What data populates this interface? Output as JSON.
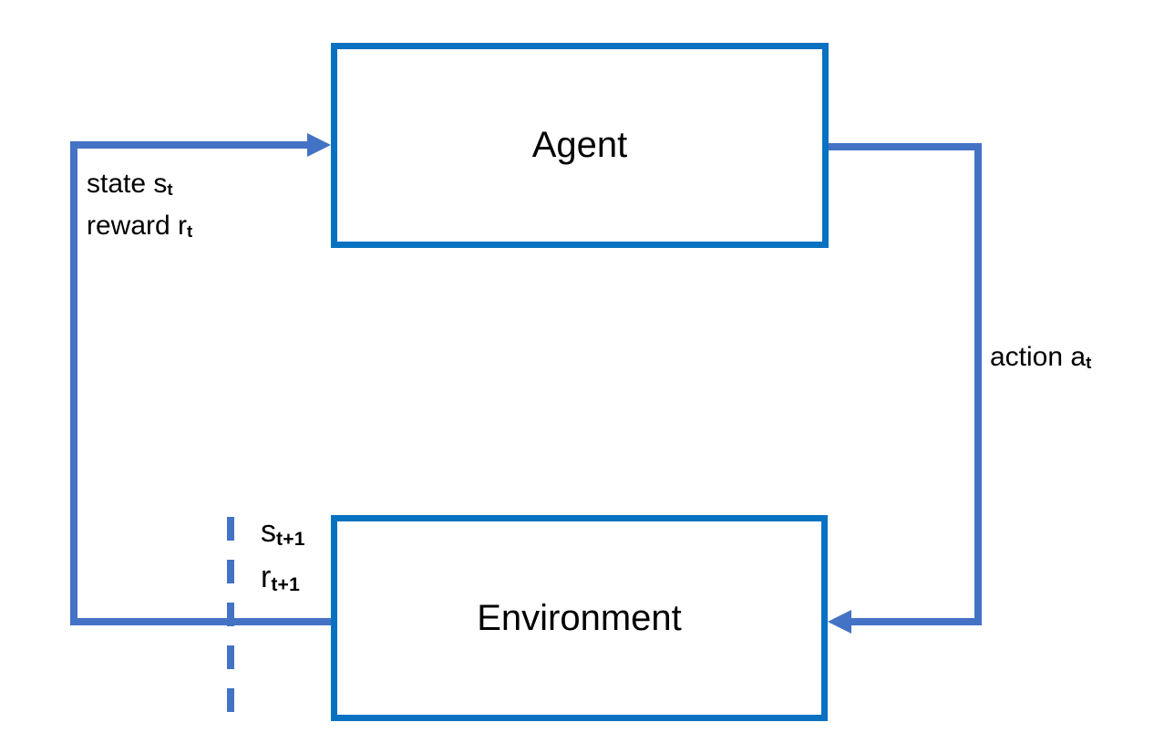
{
  "diagram": {
    "type": "flow-loop",
    "colors": {
      "background": "#ffffff",
      "node_border": "#0971C2",
      "connector": "#4472C4",
      "text": "#000000"
    },
    "nodes": {
      "agent": {
        "label": "Agent"
      },
      "environment": {
        "label": "Environment"
      }
    },
    "edge_labels": {
      "state": {
        "main": "state s",
        "sub": "t"
      },
      "reward": {
        "main": "reward r",
        "sub": "t"
      },
      "action": {
        "main": "action a",
        "sub": "t"
      },
      "next_state": {
        "main": "s",
        "sub": "t+1"
      },
      "next_reward": {
        "main": "r",
        "sub": "t+1"
      }
    }
  }
}
